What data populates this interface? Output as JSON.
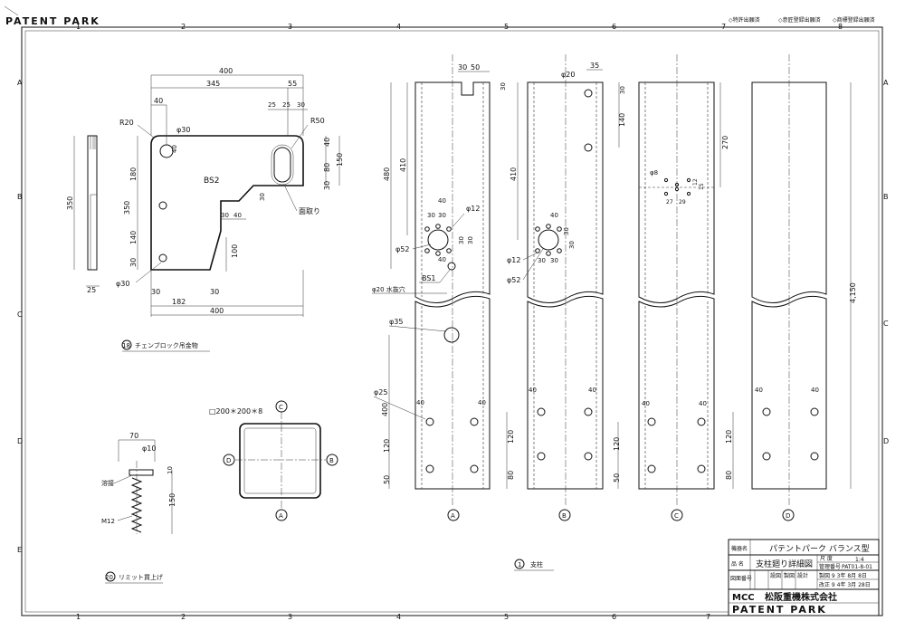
{
  "header": {
    "brand": "PATENT PARK",
    "checkboxes": [
      "◇特許出願済",
      "◇意匠登録出願済",
      "◇商標登録出願済"
    ]
  },
  "grid": {
    "cols": [
      "1",
      "2",
      "3",
      "4",
      "5",
      "6",
      "7",
      "8"
    ],
    "rows": [
      "A",
      "B",
      "C",
      "D",
      "E"
    ]
  },
  "part18": {
    "caption_num": "18",
    "caption": "チェンブロック吊金物",
    "label": "BS2",
    "dims": {
      "d400_top": "400",
      "d345": "345",
      "d55": "55",
      "d40": "40",
      "d25": "25",
      "d25b": "25",
      "d30": "30",
      "r20": "R20",
      "phi30_top": "φ30",
      "d40_hole": "40",
      "r50": "R50",
      "d180": "180",
      "d350": "350",
      "d140": "140",
      "d40_r1": "40",
      "d80": "80",
      "d150": "150",
      "d30_r": "30",
      "d30_step": "30",
      "d30_40a": "30",
      "d30_40b": "40",
      "d100": "100",
      "d30_bl": "30",
      "phi30_bot": "φ30",
      "d30_b1": "30",
      "d30_b2": "30",
      "d182": "182",
      "d400_bot": "400",
      "side_350": "350",
      "side_25": "25"
    },
    "note_slot": "面取り"
  },
  "part20": {
    "caption_num": "20",
    "caption": "リミット買上げ",
    "d70": "70",
    "phi10": "φ10",
    "d10": "10",
    "d150": "150",
    "weld": "溶接",
    "bolt": "M12"
  },
  "tube": {
    "label": "□200＊200＊8",
    "views": [
      "A",
      "B",
      "C",
      "D"
    ]
  },
  "part1": {
    "caption_num": "1",
    "caption": "支柱",
    "viewA": {
      "top_30": "30",
      "top_50": "50",
      "d30": "30",
      "d480": "480",
      "d410": "410",
      "d40a": "40",
      "d30a": "30",
      "d30b": "30",
      "phi12": "φ12",
      "d30c": "30",
      "d30d": "30",
      "phi52": "φ52",
      "d40b": "40",
      "bs1": "BS1",
      "phi20": "φ20 水抜穴",
      "phi35": "φ35",
      "phi25": "φ25",
      "d400": "400",
      "d120": "120",
      "d50": "50",
      "d40l": "40",
      "d40r": "40",
      "label": "A"
    },
    "viewB": {
      "phi20": "φ20",
      "d35": "35",
      "d30": "30",
      "d140": "140",
      "d410": "410",
      "d40a": "40",
      "d30a": "30",
      "d30b": "30",
      "d30c": "30",
      "d30d": "30",
      "d40b": "40",
      "phi12": "φ12",
      "phi52": "φ52",
      "d120": "120",
      "d80": "80",
      "d40l": "40",
      "d40r": "40",
      "label": "B"
    },
    "viewC": {
      "d270": "270",
      "phi8": "φ8",
      "d12": "12",
      "d15": "15",
      "d27": "27",
      "d29": "29",
      "d120": "120",
      "d50": "50",
      "d40l": "40",
      "d40r": "40",
      "label": "C"
    },
    "viewD": {
      "d4150": "4,150",
      "d120": "120",
      "d80": "80",
      "d40l": "40",
      "d40r": "40",
      "label": "D"
    }
  },
  "title_block": {
    "product_label": "機器名",
    "product": "パテントパーク バランス型",
    "name_label": "品 名",
    "name": "支柱廻り詳細図",
    "scale_label": "尺 度",
    "scale": "1:4",
    "drawing_no_label": "管理番号",
    "drawing_no": "PAT01-8-01",
    "ref_label": "図面番号",
    "design": "設図",
    "check": "製図",
    "approve": "設計",
    "created": "製図 9 3年 8月 8日",
    "revised": "改正 9 4年 3月 28日",
    "company_code": "MCC",
    "company": "松阪重機株式会社",
    "brand": "PATENT PARK"
  }
}
